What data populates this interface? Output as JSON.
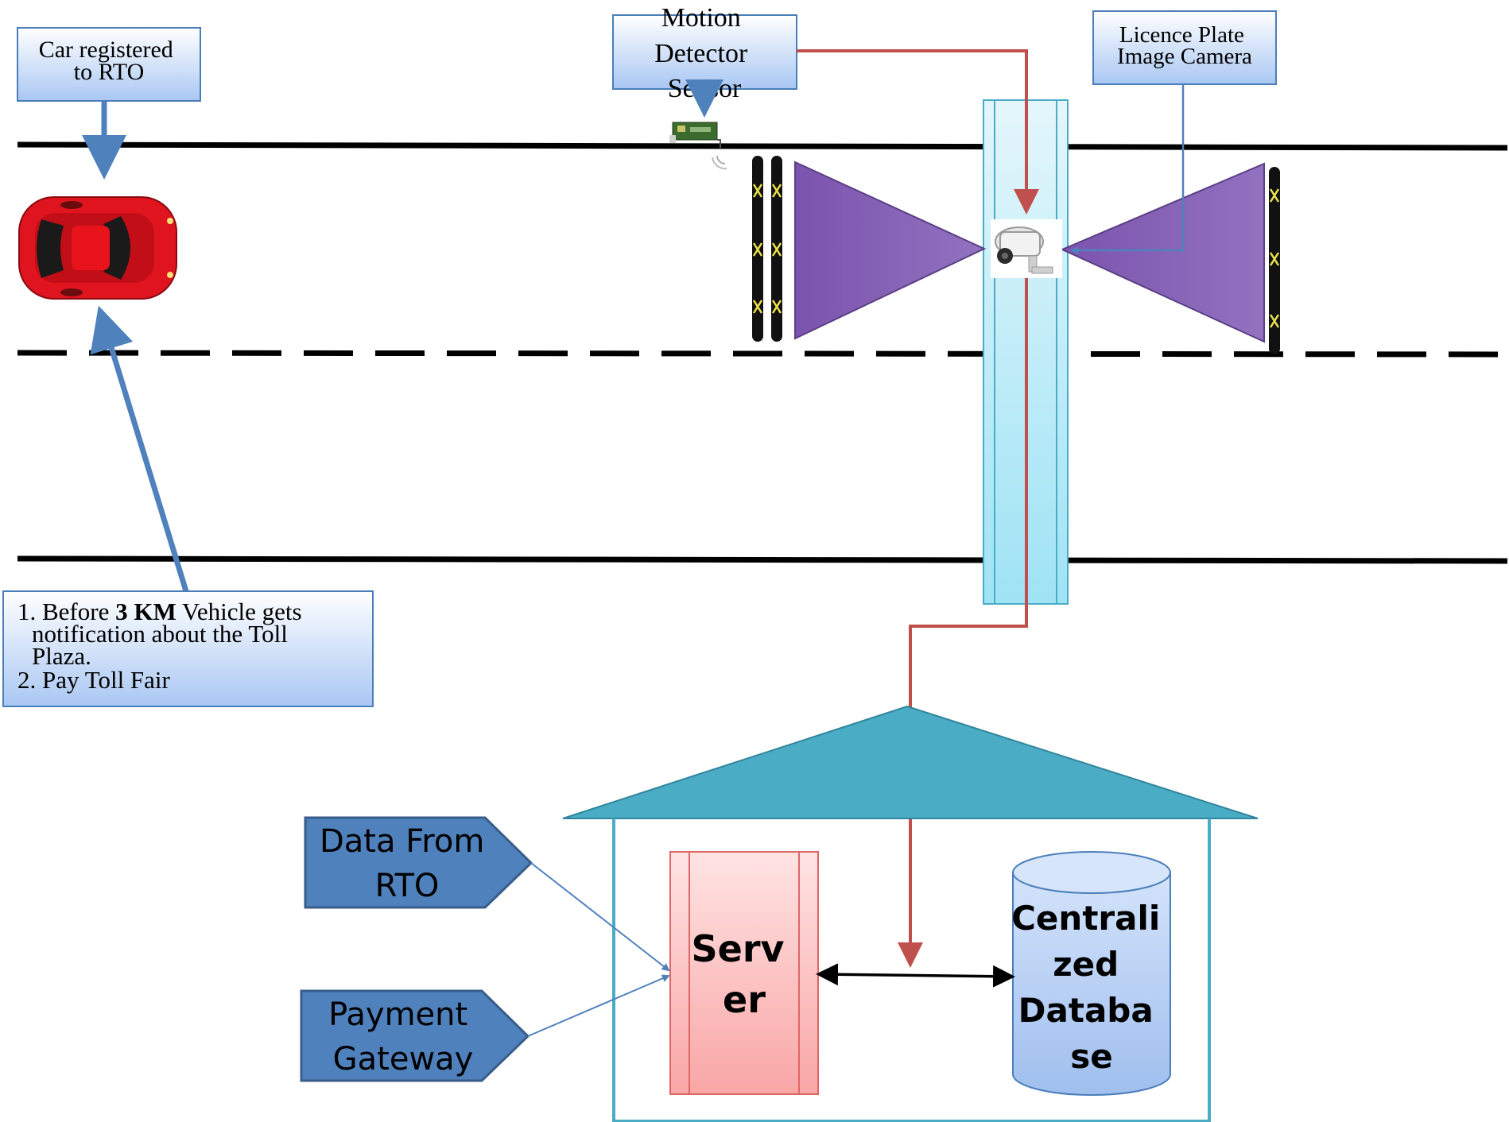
{
  "labels": {
    "car_registered": [
      "Car registered",
      "to RTO"
    ],
    "motion_sensor": [
      "Motion",
      "Detector",
      "Sensor"
    ],
    "camera": [
      "Licence Plate",
      "Image Camera"
    ],
    "notice": {
      "item1_prefix": "1. Before ",
      "item1_bold": "3 KM",
      "item1_suffix": " Vehicle gets",
      "item1_line2": "notification about the Toll",
      "item1_line3": "Plaza.",
      "item2": "2. Pay Toll Fair"
    },
    "data_from_rto": [
      "Data From",
      "RTO"
    ],
    "payment_gateway": [
      "Payment",
      "Gateway"
    ],
    "server": [
      "Serv",
      "er"
    ],
    "database": [
      "Centrali",
      "zed",
      "Databa",
      "se"
    ]
  },
  "colors": {
    "box_fill_top": "#ffffff",
    "box_fill_bottom": "#a9c7f3",
    "box_stroke": "#4a7ebb",
    "arrow_blue": "#4f81bd",
    "arrow_red": "#c0504d",
    "road": "#000000",
    "tunnel": "#dbf3fb",
    "tunnel_stroke": "#4bacc6",
    "roof": "#4bacc6",
    "house_stroke": "#4bacc6",
    "server_fill": "#f9b6b6",
    "server_stroke": "#e06666",
    "db_fill": "#a9c7f3",
    "pentagon": "#4f81bd",
    "pentagon_stroke": "#385d8a",
    "triangle": "#8064a2",
    "car": "#e0141e"
  },
  "icons": {
    "car": "car-top-view-icon",
    "sensor": "motion-sensor-icon",
    "camera": "cctv-camera-icon",
    "speed_breaker": "speed-breaker-icon"
  }
}
